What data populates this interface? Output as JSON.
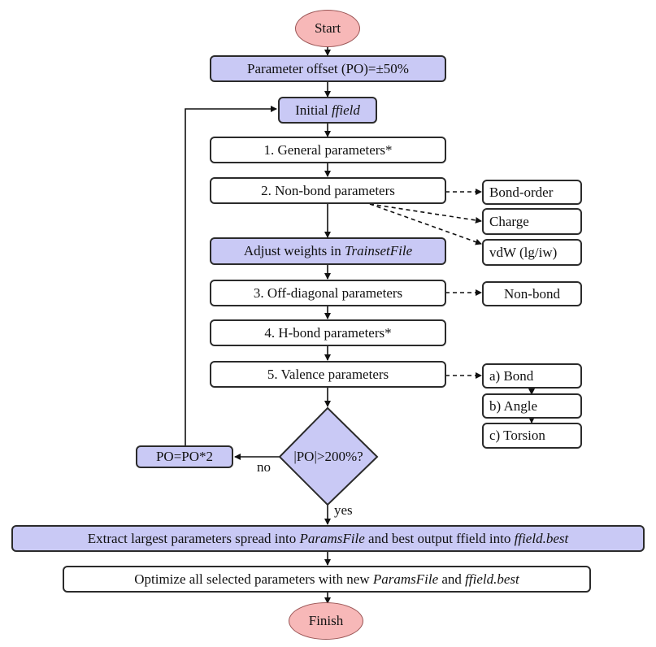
{
  "flowchart": {
    "start": "Start",
    "finish": "Finish",
    "po_offset": "Parameter offset (PO)=±50%",
    "initial_prefix": "Initial ",
    "initial_ffield": "ffield",
    "step1": "1.  General parameters*",
    "step2": "2.  Non-bond parameters",
    "adjust_prefix": "Adjust weights in ",
    "adjust_file": "TrainsetFile",
    "step3": "3.  Off-diagonal parameters",
    "step4": "4.  H-bond parameters*",
    "step5": "5.  Valence parameters",
    "decision": "|PO|>200%?",
    "loop_box": "PO=PO*2",
    "no_label": "no",
    "yes_label": "yes",
    "extract_a": "Extract largest parameters spread into ",
    "extract_b": "ParamsFile",
    "extract_c": " and best output ffield into ",
    "extract_d": "ffield.best",
    "optimize_a": "Optimize all selected parameters with new ",
    "optimize_b": "ParamsFile",
    "optimize_c": " and ",
    "optimize_d": "ffield.best"
  },
  "side_boxes": {
    "bond_order": "Bond-order",
    "charge": "Charge",
    "vdw": "vdW (lg/iw)",
    "non_bond": "Non-bond",
    "bond": "a) Bond",
    "angle": "b) Angle",
    "torsion": "c) Torsion"
  },
  "colors": {
    "terminal_fill": "#f7b8b8",
    "highlight_fill": "#c9c9f5",
    "border": "#2b2b2b"
  }
}
